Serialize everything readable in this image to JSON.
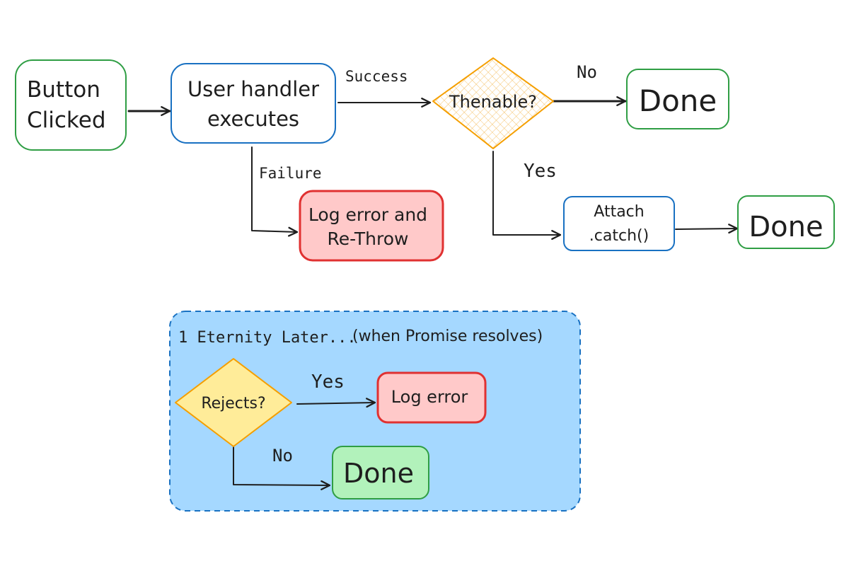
{
  "nodes": {
    "button_clicked": [
      "Button",
      "Clicked"
    ],
    "user_handler": [
      "User handler",
      "executes"
    ],
    "thenable": "Thenable?",
    "done_top": "Done",
    "log_rethrow": [
      "Log error and",
      "Re-Throw"
    ],
    "attach_catch": [
      "Attach",
      ".catch()"
    ],
    "done_catch": "Done",
    "rejects": "Rejects?",
    "log_error": "Log error",
    "done_bottom": "Done"
  },
  "edge_labels": {
    "success": "Success",
    "failure": "Failure",
    "no_top": "No",
    "yes_top": "Yes",
    "yes_bottom": "Yes",
    "no_bottom": "No"
  },
  "group": {
    "title_hand": "1 Eternity Later...",
    "title_note": "(when Promise resolves)"
  },
  "colors": {
    "green": "#2f9e44",
    "blue": "#1971c2",
    "red": "#e03131",
    "red_fill": "#ffc9c9",
    "orange": "#f59f00",
    "yellow_fill": "#ffec99",
    "green_fill": "#b2f2bb",
    "group_fill": "#a5d8ff",
    "group_stroke": "#1971c2"
  }
}
